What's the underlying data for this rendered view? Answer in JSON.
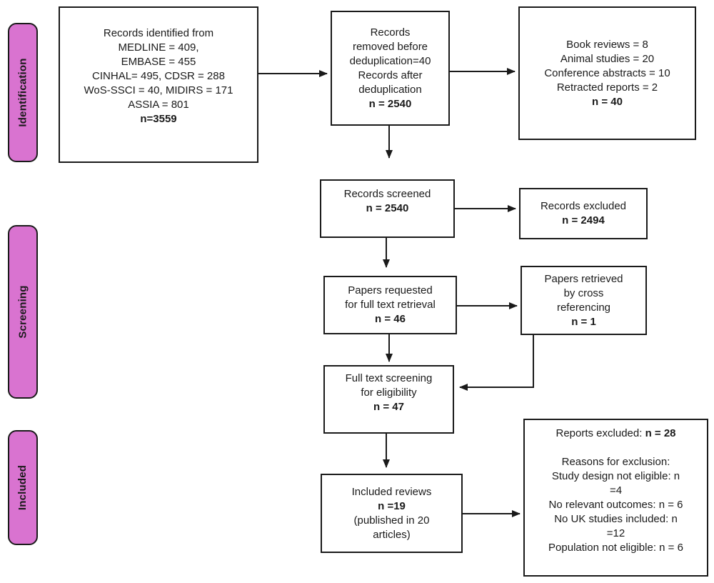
{
  "palette": {
    "label_fill": "#d973d0",
    "border": "#1a1a1a",
    "box_fill": "#ffffff"
  },
  "stage_labels": {
    "identification": "Identification",
    "screening": "Screening",
    "included": "Included"
  },
  "boxes": {
    "identified": {
      "lines": [
        "Records identified from",
        "MEDLINE = 409,",
        "EMBASE = 455",
        "CINHAL= 495, CDSR = 288",
        "WoS-SSCI = 40, MIDIRS = 171",
        "ASSIA = 801"
      ],
      "n": "n=3559"
    },
    "dedup": {
      "lines": [
        "Records",
        "removed before",
        "deduplication=40",
        "Records after",
        "deduplication"
      ],
      "n": "n = 2540"
    },
    "removal_reasons": {
      "lines": [
        "Book reviews = 8",
        "Animal studies = 20",
        "Conference abstracts = 10",
        "Retracted reports = 2"
      ],
      "n": "n = 40"
    },
    "screened": {
      "lines": [
        "Records screened"
      ],
      "n": "n = 2540"
    },
    "excluded": {
      "lines": [
        "Records excluded"
      ],
      "n": "n = 2494"
    },
    "requested": {
      "lines": [
        "Papers requested",
        "for full text retrieval"
      ],
      "n": "n = 46"
    },
    "cross_referencing": {
      "lines": [
        "Papers retrieved",
        "by cross",
        "referencing"
      ],
      "n": "n = 1"
    },
    "full_text": {
      "lines": [
        "Full text screening",
        "for eligibility"
      ],
      "n": "n = 47"
    },
    "included_reviews": {
      "lines": [
        "Included reviews"
      ],
      "n": "n =19",
      "after": [
        "(published in 20",
        "articles)"
      ]
    },
    "reports_excluded": {
      "title_prefix": "Reports excluded: ",
      "title_n": "n = 28",
      "reasons": [
        "Reasons for exclusion:",
        "Study design not eligible: n",
        "=4",
        "No relevant outcomes: n = 6",
        "No UK studies included: n",
        "=12",
        "Population not eligible: n = 6"
      ]
    }
  }
}
